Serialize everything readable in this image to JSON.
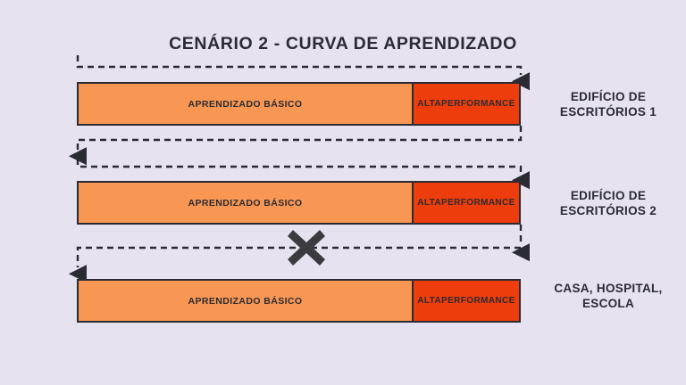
{
  "page": {
    "title": "CENÁRIO 2 - CURVA DE APRENDIZADO",
    "background_color": "#e6e2f0",
    "ink_color": "#2b2b33"
  },
  "legend_colors": {
    "basic_learning": "#f89753",
    "high_performance": "#ee3d0c",
    "outline": "#2b2b33"
  },
  "chart_data": {
    "type": "bar",
    "title": "CENÁRIO 2 - CURVA DE APRENDIZADO",
    "xlabel": "",
    "ylabel": "",
    "orientation": "horizontal",
    "stacked": true,
    "categories": [
      "EDIFÍCIO DE ESCRITÓRIOS 1",
      "EDIFÍCIO DE ESCRITÓRIOS 2",
      "CASA, HOSPITAL, ESCOLA"
    ],
    "series": [
      {
        "name": "APRENDIZADO BÁSICO",
        "color": "#f89753",
        "values": [
          75,
          75,
          75
        ]
      },
      {
        "name": "ALTA PERFORMANCE",
        "color": "#ee3d0c",
        "values": [
          25,
          25,
          25
        ]
      }
    ],
    "annotations": [
      {
        "name": "transfer-arrow-1",
        "from": "EDIFÍCIO DE ESCRITÓRIOS 1",
        "to": "EDIFÍCIO DE ESCRITÓRIOS 2",
        "blocked": false
      },
      {
        "name": "transfer-arrow-2",
        "from": "EDIFÍCIO DE ESCRITÓRIOS 2",
        "to": "CASA, HOSPITAL, ESCOLA",
        "blocked": true,
        "marker": "x-mark"
      }
    ]
  },
  "bars": [
    {
      "id": "bar-1",
      "basic_label": "APRENDIZADO BÁSICO",
      "high_label_line1": "ALTA",
      "high_label_line2": "PERFORMANCE",
      "side_label_line1": "EDIFÍCIO DE",
      "side_label_line2": "ESCRITÓRIOS 1"
    },
    {
      "id": "bar-2",
      "basic_label": "APRENDIZADO BÁSICO",
      "high_label_line1": "ALTA",
      "high_label_line2": "PERFORMANCE",
      "side_label_line1": "EDIFÍCIO DE",
      "side_label_line2": "ESCRITÓRIOS 2"
    },
    {
      "id": "bar-3",
      "basic_label": "APRENDIZADO BÁSICO",
      "high_label_line1": "ALTA",
      "high_label_line2": "PERFORMANCE",
      "side_label_line1": "CASA, HOSPITAL,",
      "side_label_line2": "ESCOLA"
    }
  ],
  "icons": {
    "x_mark": "x-mark-icon",
    "arrow_head": "arrow-head-down-icon"
  }
}
